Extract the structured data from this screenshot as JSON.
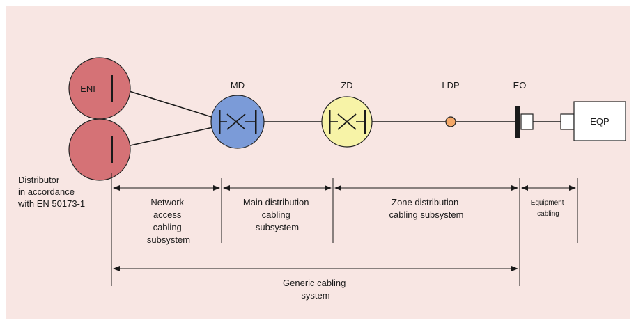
{
  "nodes": {
    "eni": "ENI",
    "md": "MD",
    "zd": "ZD",
    "ldp": "LDP",
    "eo": "EO",
    "eqp": "EQP"
  },
  "labels": {
    "distributor": [
      "Distributor",
      "in accordance",
      "with EN 50173-1"
    ],
    "network_access": [
      "Network",
      "access",
      "cabling",
      "subsystem"
    ],
    "main_distribution": [
      "Main distribution",
      "cabling",
      "subsystem"
    ],
    "zone_distribution": [
      "Zone distribution",
      "cabling subsystem"
    ],
    "equipment": [
      "Equipment",
      "cabling"
    ],
    "generic": [
      "Generic cabling",
      "system"
    ]
  },
  "colors": {
    "background": "#f8e6e3",
    "distributor_fill": "#d57276",
    "md_fill": "#7b9bd8",
    "zd_fill": "#f7f3a7",
    "ldp_fill": "#f4a868"
  }
}
